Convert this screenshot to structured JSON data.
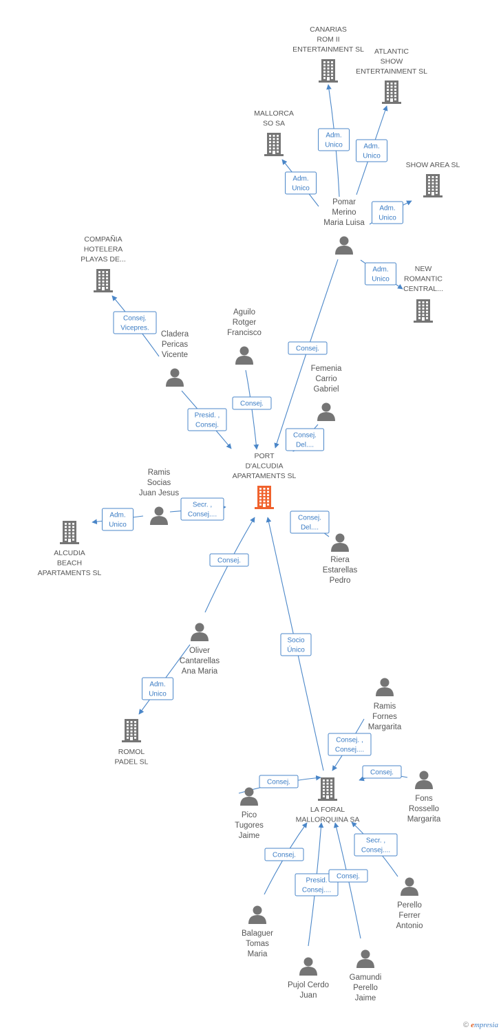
{
  "colors": {
    "company": "#757575",
    "company_focus": "#f0622d",
    "person": "#757575",
    "edge": "#4a86c8",
    "label": "#555555"
  },
  "nodes": [
    {
      "id": "canarias",
      "type": "company",
      "lines": [
        "CANARIAS",
        "ROM II",
        "ENTERTAINMENT SL"
      ]
    },
    {
      "id": "atlantic",
      "type": "company",
      "lines": [
        "ATLANTIC",
        "SHOW",
        "ENTERTAINMENT SL"
      ]
    },
    {
      "id": "mallorca",
      "type": "company",
      "lines": [
        "MALLORCA",
        "SO SA"
      ]
    },
    {
      "id": "showarea",
      "type": "company",
      "lines": [
        "SHOW AREA SL"
      ]
    },
    {
      "id": "pomar",
      "type": "person",
      "lines": [
        "Pomar",
        "Merino",
        "Maria Luisa"
      ]
    },
    {
      "id": "newromantic",
      "type": "company",
      "lines": [
        "NEW",
        "ROMANTIC",
        "CENTRAL..."
      ]
    },
    {
      "id": "compania",
      "type": "company",
      "lines": [
        "COMPAÑIA",
        "HOTELERA",
        "PLAYAS DE..."
      ]
    },
    {
      "id": "aguilo",
      "type": "person",
      "lines": [
        "Aguilo",
        "Rotger",
        "Francisco"
      ]
    },
    {
      "id": "cladera",
      "type": "person",
      "lines": [
        "Cladera",
        "Pericas",
        "Vicente"
      ]
    },
    {
      "id": "femenia",
      "type": "person",
      "lines": [
        "Femenia",
        "Carrio",
        "Gabriel"
      ]
    },
    {
      "id": "port",
      "type": "company",
      "focus": true,
      "lines": [
        "PORT",
        "D'ALCUDIA",
        "APARTAMENTS SL"
      ]
    },
    {
      "id": "ramis_socias",
      "type": "person",
      "lines": [
        "Ramis",
        "Socias",
        "Juan Jesus"
      ]
    },
    {
      "id": "alcudia",
      "type": "company",
      "lines": [
        "ALCUDIA",
        "BEACH",
        "APARTAMENTS SL"
      ]
    },
    {
      "id": "riera",
      "type": "person",
      "lines": [
        "Riera",
        "Estarellas",
        "Pedro"
      ]
    },
    {
      "id": "oliver",
      "type": "person",
      "lines": [
        "Oliver",
        "Cantarellas",
        "Ana Maria"
      ]
    },
    {
      "id": "romol",
      "type": "company",
      "lines": [
        "ROMOL",
        "PADEL SL"
      ]
    },
    {
      "id": "ramis_fornes",
      "type": "person",
      "lines": [
        "Ramis",
        "Fornes",
        "Margarita"
      ]
    },
    {
      "id": "laforal",
      "type": "company",
      "lines": [
        "LA FORAL",
        "MALLORQUINA SA"
      ]
    },
    {
      "id": "fons",
      "type": "person",
      "lines": [
        "Fons",
        "Rossello",
        "Margarita"
      ]
    },
    {
      "id": "pico",
      "type": "person",
      "lines": [
        "Pico",
        "Tugores",
        "Jaime"
      ]
    },
    {
      "id": "perello",
      "type": "person",
      "lines": [
        "Perello",
        "Ferrer",
        "Antonio"
      ]
    },
    {
      "id": "balaguer",
      "type": "person",
      "lines": [
        "Balaguer",
        "Tomas",
        "Maria"
      ]
    },
    {
      "id": "pujol",
      "type": "person",
      "lines": [
        "Pujol Cerdo",
        "Juan"
      ]
    },
    {
      "id": "gamundi",
      "type": "person",
      "lines": [
        "Gamundi",
        "Perello",
        "Jaime"
      ]
    }
  ],
  "relations": [
    {
      "id": "r1",
      "lines": [
        "Adm.",
        "Unico"
      ]
    },
    {
      "id": "r2",
      "lines": [
        "Adm.",
        "Unico"
      ]
    },
    {
      "id": "r3",
      "lines": [
        "Adm.",
        "Unico"
      ]
    },
    {
      "id": "r4",
      "lines": [
        "Adm.",
        "Unico"
      ]
    },
    {
      "id": "r5",
      "lines": [
        "Adm.",
        "Unico"
      ]
    },
    {
      "id": "r6",
      "lines": [
        "Consej.",
        "Vicepres."
      ]
    },
    {
      "id": "r7",
      "lines": [
        "Consej."
      ]
    },
    {
      "id": "r8",
      "lines": [
        "Consej."
      ]
    },
    {
      "id": "r9",
      "lines": [
        "Presid. ,",
        "Consej."
      ]
    },
    {
      "id": "r10",
      "lines": [
        "Consej.",
        "Del...."
      ]
    },
    {
      "id": "r11",
      "lines": [
        "Adm.",
        "Unico"
      ]
    },
    {
      "id": "r12",
      "lines": [
        "Secr. ,",
        "Consej...."
      ]
    },
    {
      "id": "r13",
      "lines": [
        "Consej.",
        "Del...."
      ]
    },
    {
      "id": "r14",
      "lines": [
        "Consej."
      ]
    },
    {
      "id": "r15",
      "lines": [
        "Socio",
        "Único"
      ]
    },
    {
      "id": "r16",
      "lines": [
        "Adm.",
        "Unico"
      ]
    },
    {
      "id": "r17",
      "lines": [
        "Consej. ,",
        "Consej...."
      ]
    },
    {
      "id": "r18",
      "lines": [
        "Consej."
      ]
    },
    {
      "id": "r19",
      "lines": [
        "Consej."
      ]
    },
    {
      "id": "r20",
      "lines": [
        "Secr. ,",
        "Consej...."
      ]
    },
    {
      "id": "r21",
      "lines": [
        "Consej."
      ]
    },
    {
      "id": "r22",
      "lines": [
        "Presid.",
        "Consej...."
      ]
    },
    {
      "id": "r23",
      "lines": [
        "Consej."
      ]
    }
  ],
  "footer": {
    "copyright": "©",
    "brand_initial": "e",
    "brand_rest": "mpresia"
  }
}
